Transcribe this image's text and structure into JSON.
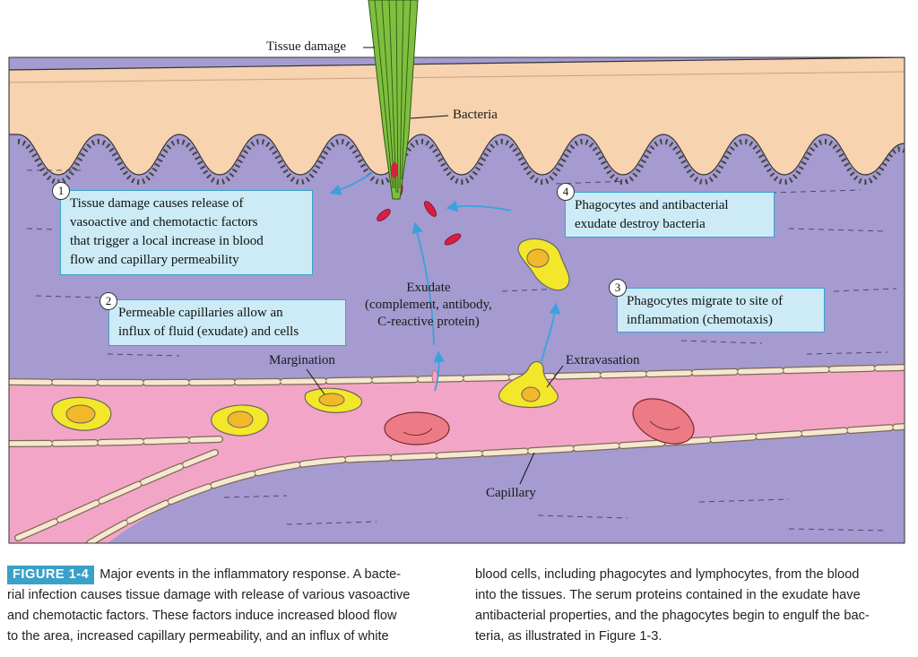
{
  "diagram": {
    "labels": {
      "tissue_damage": "Tissue damage",
      "bacteria": "Bacteria",
      "exudate": [
        "Exudate",
        "(complement, antibody,",
        "C-reactive protein)"
      ],
      "margination": "Margination",
      "extravasation": "Extravasation",
      "capillary": "Capillary"
    },
    "steps": [
      {
        "number": "1",
        "lines": [
          "Tissue damage causes release of",
          "vasoactive and chemotactic factors",
          "that trigger a local increase in blood",
          "flow and capillary permeability"
        ]
      },
      {
        "number": "2",
        "lines": [
          "Permeable capillaries allow an",
          "influx of fluid (exudate) and cells"
        ]
      },
      {
        "number": "3",
        "lines": [
          "Phagocytes migrate to site of",
          "inflammation (chemotaxis)"
        ]
      },
      {
        "number": "4",
        "lines": [
          "Phagocytes and antibacterial",
          "exudate destroy bacteria"
        ]
      }
    ],
    "colors": {
      "skin": "#f7d3af",
      "tissue": "#a59bd0",
      "vessel": "#f3a5c8",
      "phagocyte": "#f4e62a",
      "red_cell": "#ec7b85",
      "bacteria": "#d61f44",
      "box_fill": "#ccebf6",
      "box_border": "#3ba1c9",
      "arrow": "#3ba1dc"
    }
  },
  "caption": {
    "tag": "FIGURE 1-4",
    "left_lines": [
      "Major events in the inflammatory response. A bacte-",
      "rial infection causes tissue damage with release of various vasoactive",
      "and chemotactic factors. These factors induce increased blood flow",
      "to the area, increased capillary permeability, and an influx of white"
    ],
    "right_lines": [
      "blood cells, including phagocytes and lymphocytes, from the blood",
      "into the tissues. The serum proteins contained in the exudate have",
      "antibacterial properties, and the phagocytes begin to engulf the bac-",
      "teria, as illustrated in Figure 1-3."
    ]
  }
}
